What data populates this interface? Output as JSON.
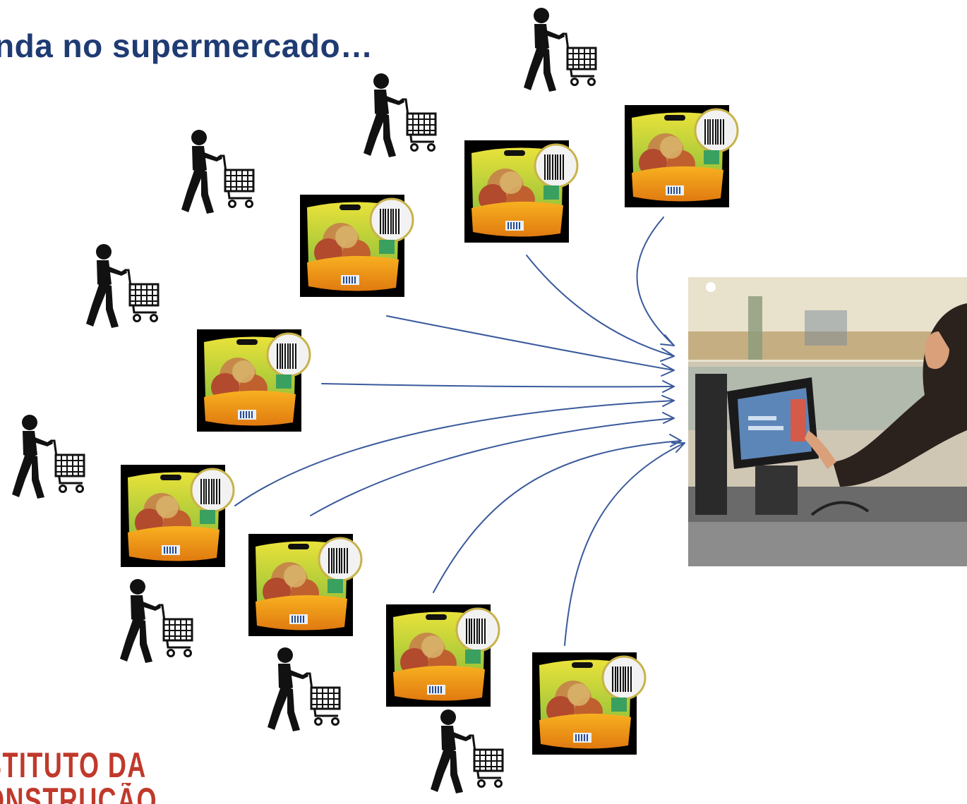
{
  "slide": {
    "title": "nda no supermercado…"
  },
  "logo": {
    "line1": "STITUTO DA",
    "line2": "ONSTRUÇÃO",
    "color": "#c0392b"
  },
  "colors": {
    "title": "#1f3b73",
    "arrow": "#3a5a9c",
    "shopper": "#111111"
  },
  "icons": {
    "shopper": "person-with-cart-icon",
    "product": "fruit-bag-with-barcode",
    "checkout": "cashier-at-checkout-terminal"
  }
}
